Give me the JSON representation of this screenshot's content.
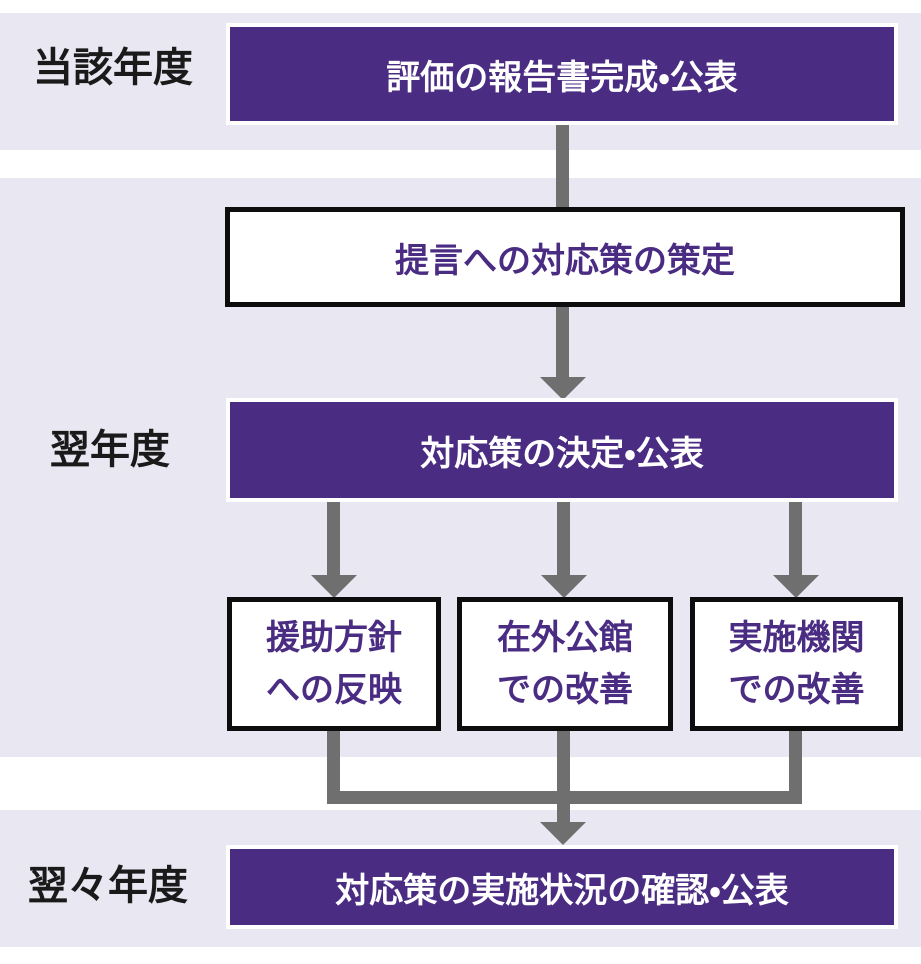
{
  "diagram": {
    "colors": {
      "box_purple": "#4a2c82",
      "band_lavender": "#e9e7f1",
      "arrow_gray": "#6f6f6f",
      "border_black": "#0d0d0d",
      "text_white": "#ffffff",
      "text_purple": "#4a2c82",
      "label_black": "#1a1a1a"
    },
    "row_labels": [
      {
        "id": "current-year",
        "text": "当該年度"
      },
      {
        "id": "next-year",
        "text": "翌年度"
      },
      {
        "id": "year-after-next",
        "text": "翌々年度"
      }
    ],
    "boxes": {
      "report": {
        "text": "評価の報告書完成・公表",
        "style": "purple"
      },
      "formulation": {
        "text": "提言への対応策の策定",
        "style": "white-black-border"
      },
      "decision": {
        "text": "対応策の決定・公表",
        "style": "purple"
      },
      "branch_aid_policy": {
        "line1": "援助方針",
        "line2": "への反映",
        "style": "white-black-border"
      },
      "branch_overseas_missions": {
        "line1": "在外公館",
        "line2": "での改善",
        "style": "white-black-border"
      },
      "branch_implementing_agencies": {
        "line1": "実施機関",
        "line2": "での改善",
        "style": "white-black-border"
      },
      "implementation_status": {
        "text": "対応策の実施状況の確認・公表",
        "style": "purple"
      }
    }
  }
}
